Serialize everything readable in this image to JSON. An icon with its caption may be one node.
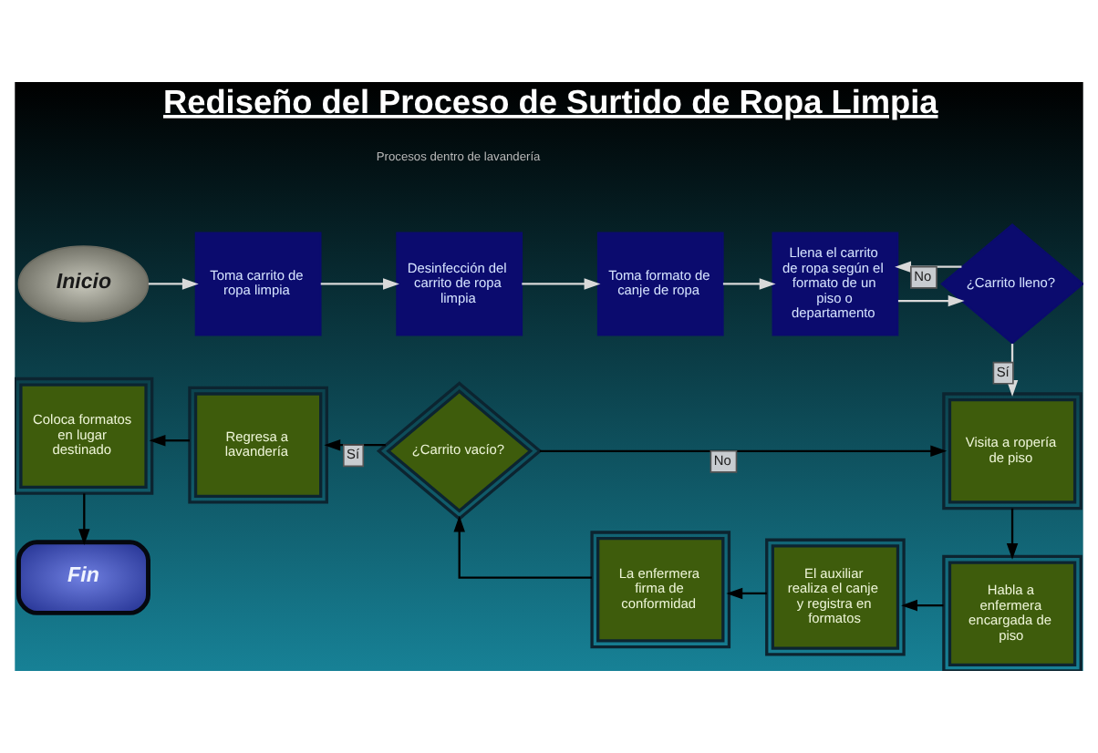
{
  "diagram": {
    "title": "Rediseño del Proceso de Surtido de Ropa Limpia",
    "nodes": [
      {
        "text": [
          "Inicio"
        ]
      },
      {
        "text": [
          "Toma carrito de ropa limpia"
        ]
      },
      {
        "text": [
          "Desinfección del carrito de ropa limpia"
        ]
      },
      {
        "text": [
          "Toma formato de canje de ropa"
        ]
      },
      {
        "text": [
          "Llena el carrito de ropa según el formato de un piso o departamento"
        ]
      },
      {
        "text": [
          "¿Carrito lleno?"
        ]
      },
      {
        "text": [
          "Fin"
        ]
      },
      {
        "text": [
          "Visita a ropería de piso"
        ]
      },
      {
        "text": [
          "Coloca formatos en lugar destinado"
        ]
      },
      {
        "text": [
          "Regresa a lavandería"
        ]
      },
      {
        "text": [
          "¿Carrito vacío?"
        ]
      },
      {
        "text": [
          "La enfermera firma de conformidad"
        ]
      },
      {
        "text": [
          "El auxiliar realiza el canje y registra en formatos"
        ]
      },
      {
        "text": [
          "Habla a enfermera encargada de piso"
        ]
      }
    ],
    "edges": [
      {
        "from": 0,
        "to": 1,
        "arrow": "to",
        "color": "#d9d9d9"
      },
      {
        "from": 1,
        "to": 2,
        "arrow": "to",
        "color": "#d9d9d9"
      },
      {
        "from": 2,
        "to": 3,
        "arrow": "to",
        "color": "#d9d9d9"
      },
      {
        "from": 3,
        "to": 4,
        "arrow": "to",
        "color": "#d9d9d9"
      },
      {
        "from": 4,
        "to": 5,
        "arrow": "to",
        "color": "#d9d9d9"
      },
      {
        "from": 5,
        "to": 7,
        "arrow": "to",
        "label": "Sí",
        "color": "#d9d9d9"
      },
      {
        "from": 5,
        "to": 4,
        "arrow": "to",
        "label": "No",
        "color": "#d9d9d9"
      },
      {
        "from": 7,
        "to": 13,
        "arrow": "to"
      },
      {
        "from": 13,
        "to": 12,
        "arrow": "to"
      },
      {
        "from": 12,
        "to": 11,
        "arrow": "to"
      },
      {
        "from": 11,
        "to": 10,
        "arrow": "to"
      },
      {
        "from": 10,
        "to": 9,
        "arrow": "to",
        "label": "Sí"
      },
      {
        "from": 10,
        "to": 7,
        "arrow": "to",
        "label": "No"
      },
      {
        "from": 9,
        "to": 8,
        "arrow": "to"
      },
      {
        "from": 8,
        "to": 6,
        "arrow": "to"
      }
    ],
    "labels": [
      "Procesos dentro de lavandería"
    ]
  }
}
